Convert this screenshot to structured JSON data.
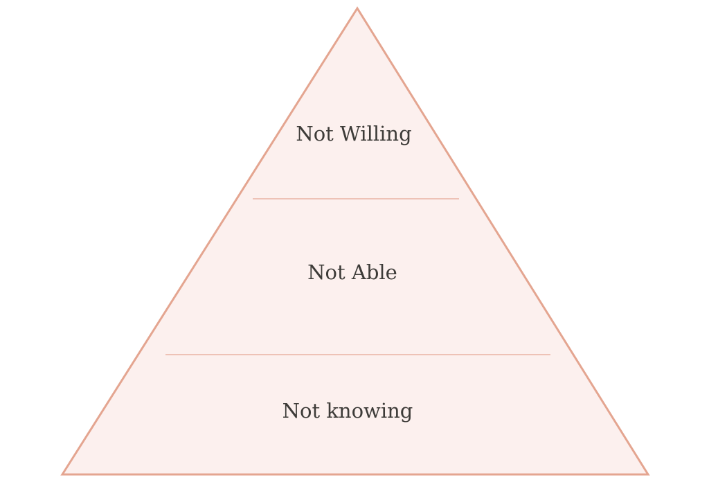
{
  "diagram": {
    "type": "pyramid",
    "colors": {
      "fill": "#fcf0ee",
      "stroke": "#e4a590",
      "divider": "#eab3a3",
      "text": "#3d3b38"
    },
    "tiers": [
      {
        "label": "Not Willing"
      },
      {
        "label": "Not Able"
      },
      {
        "label": "Not knowing"
      }
    ]
  }
}
